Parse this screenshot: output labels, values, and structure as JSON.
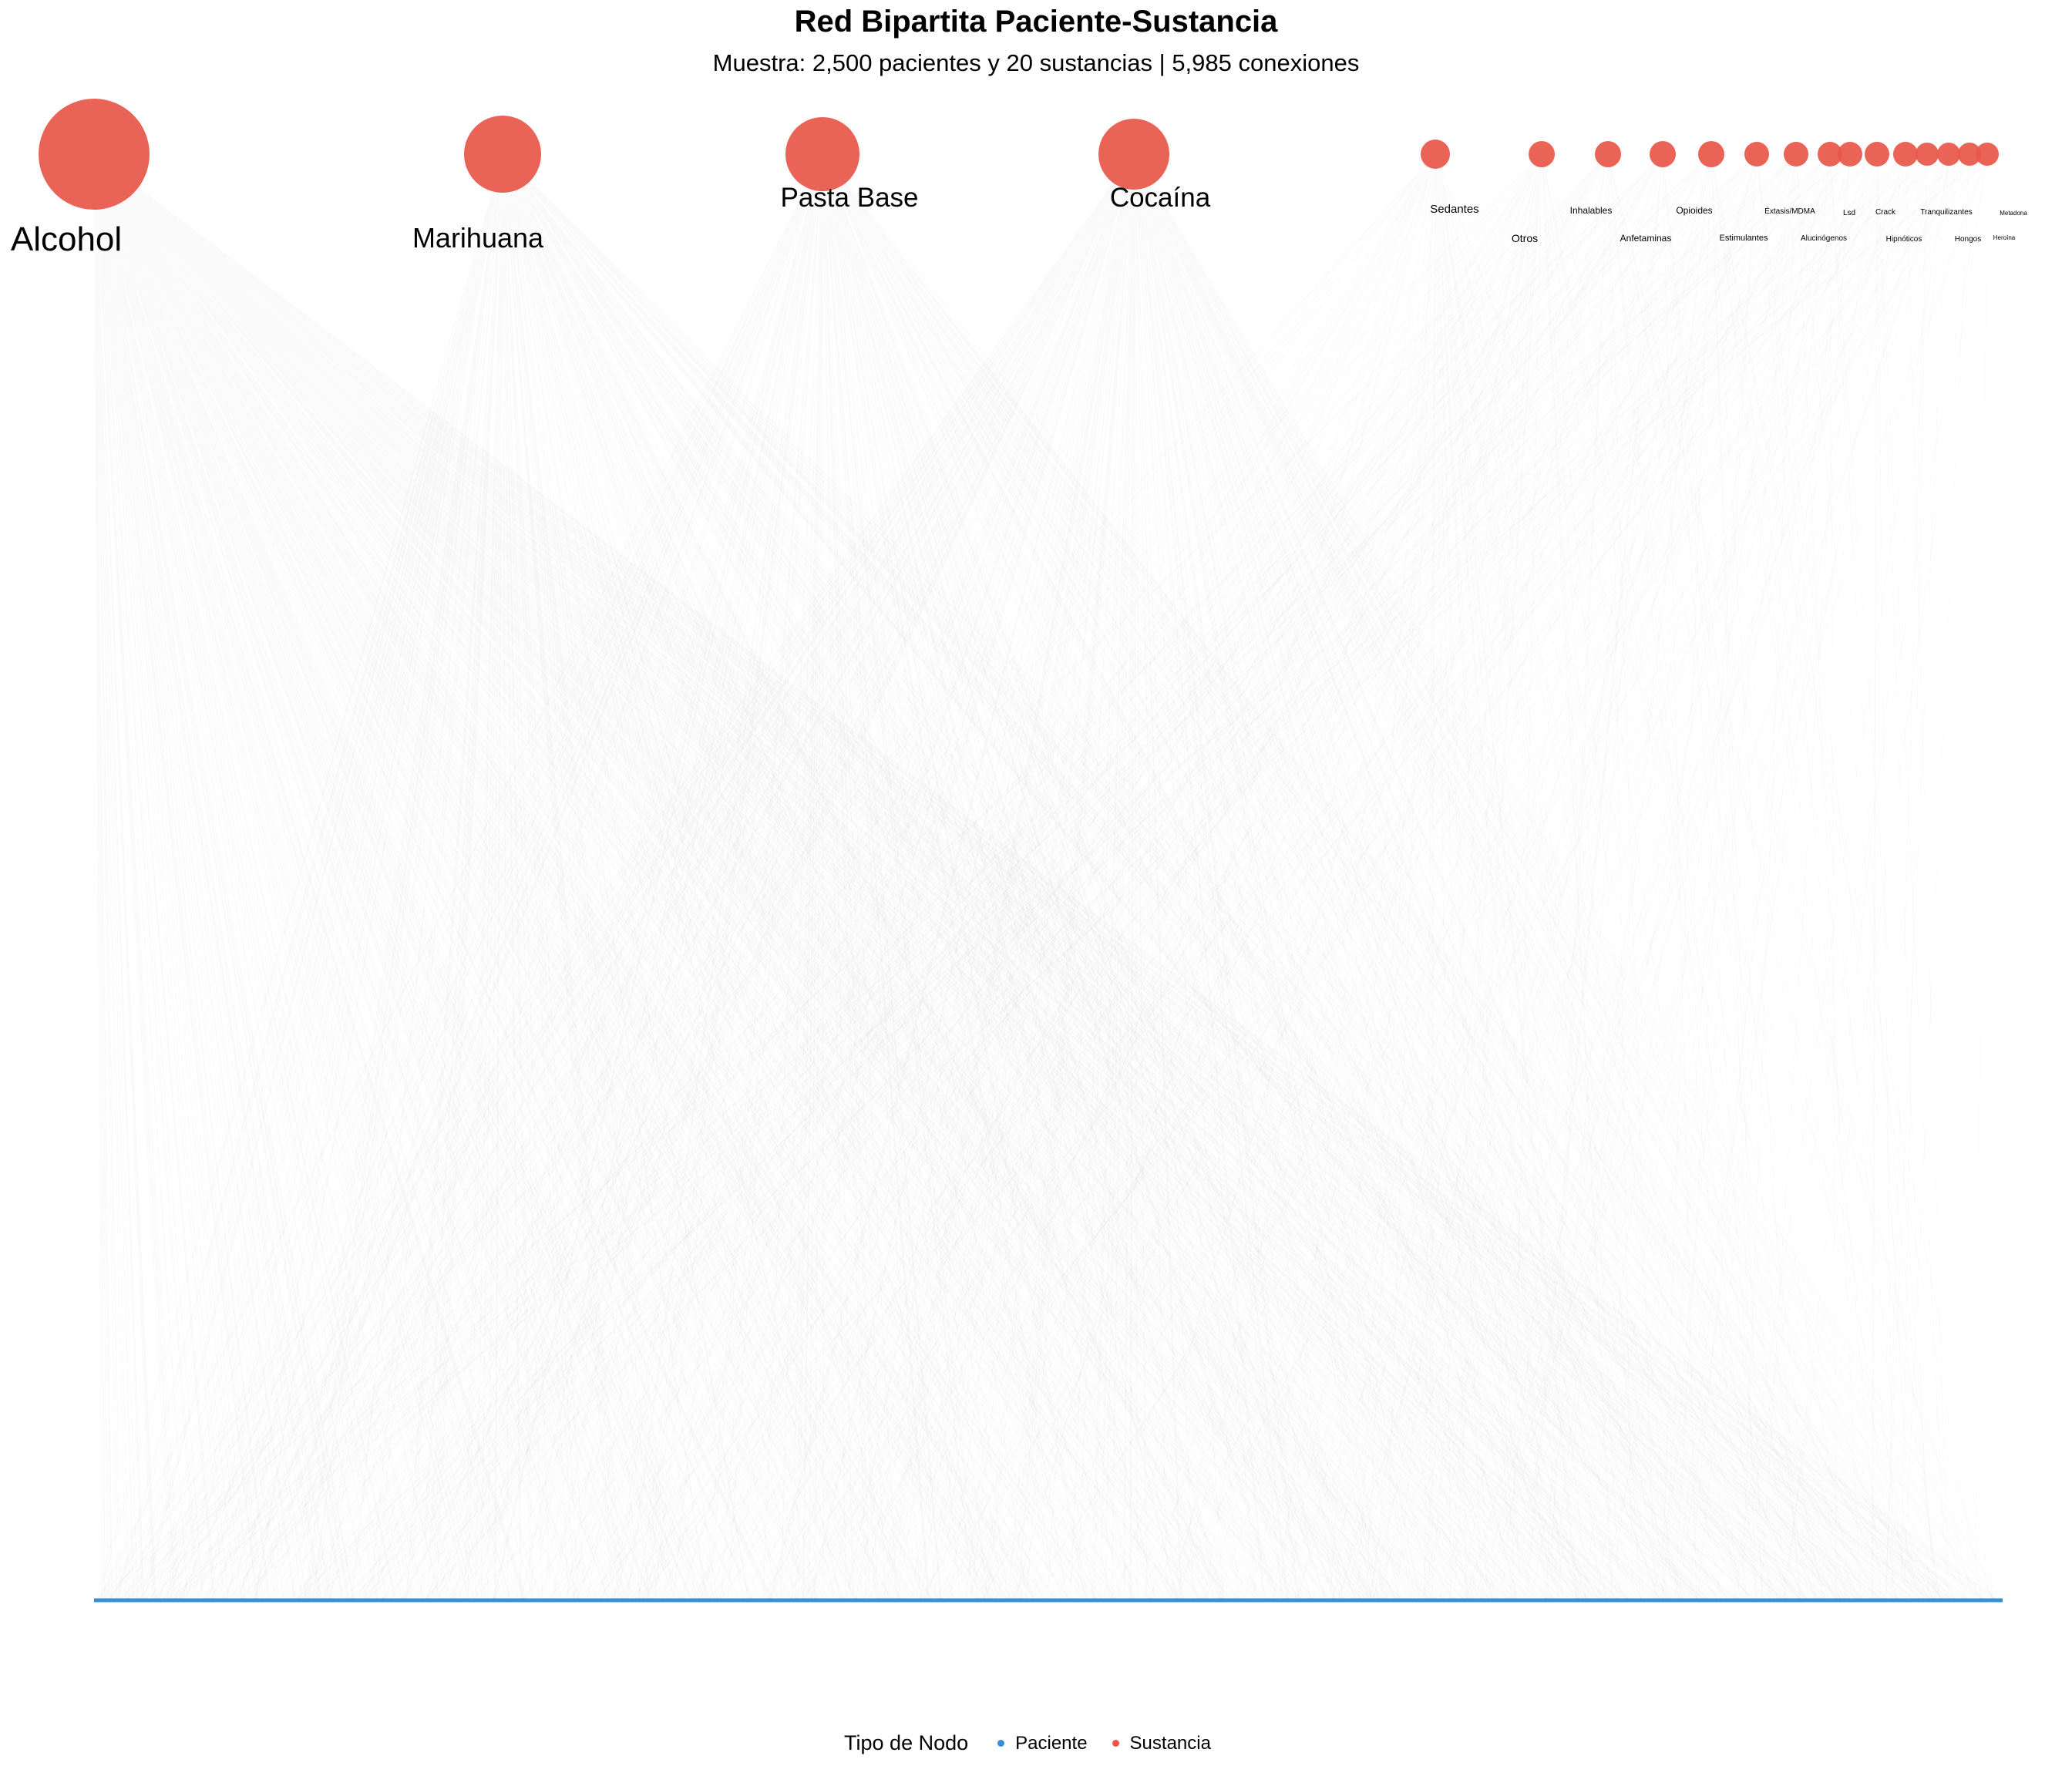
{
  "header": {
    "title": "Red Bipartita Paciente-Sustancia",
    "subtitle": "Muestra: 2,500 pacientes y 20 sustancias | 5,985 conexiones"
  },
  "colors": {
    "substance": "#e8574a",
    "patient": "#3a8fd4",
    "edge": "#9a9a9a"
  },
  "substances": [
    {
      "label": "Alcohol"
    },
    {
      "label": "Marihuana"
    },
    {
      "label": "Pasta Base"
    },
    {
      "label": "Cocaína"
    },
    {
      "label": "Sedantes"
    },
    {
      "label": "Otros"
    },
    {
      "label": "Inhalables"
    },
    {
      "label": "Anfetaminas"
    },
    {
      "label": "Opioides"
    },
    {
      "label": "Estimulantes"
    },
    {
      "label": "Éxtasis/MDMA"
    },
    {
      "label": "Alucinógenos"
    },
    {
      "label": "Lsd"
    },
    {
      "label": "Hipnóticos"
    },
    {
      "label": "Crack"
    },
    {
      "label": "Hongos"
    },
    {
      "label": "Tranquilizantes"
    },
    {
      "label": "Heroína"
    },
    {
      "label": "Metadona"
    }
  ],
  "legend": {
    "title": "Tipo de Nodo",
    "items": [
      {
        "label": "Paciente",
        "color": "#3a8fd4"
      },
      {
        "label": "Sustancia",
        "color": "#e8574a"
      }
    ]
  }
}
